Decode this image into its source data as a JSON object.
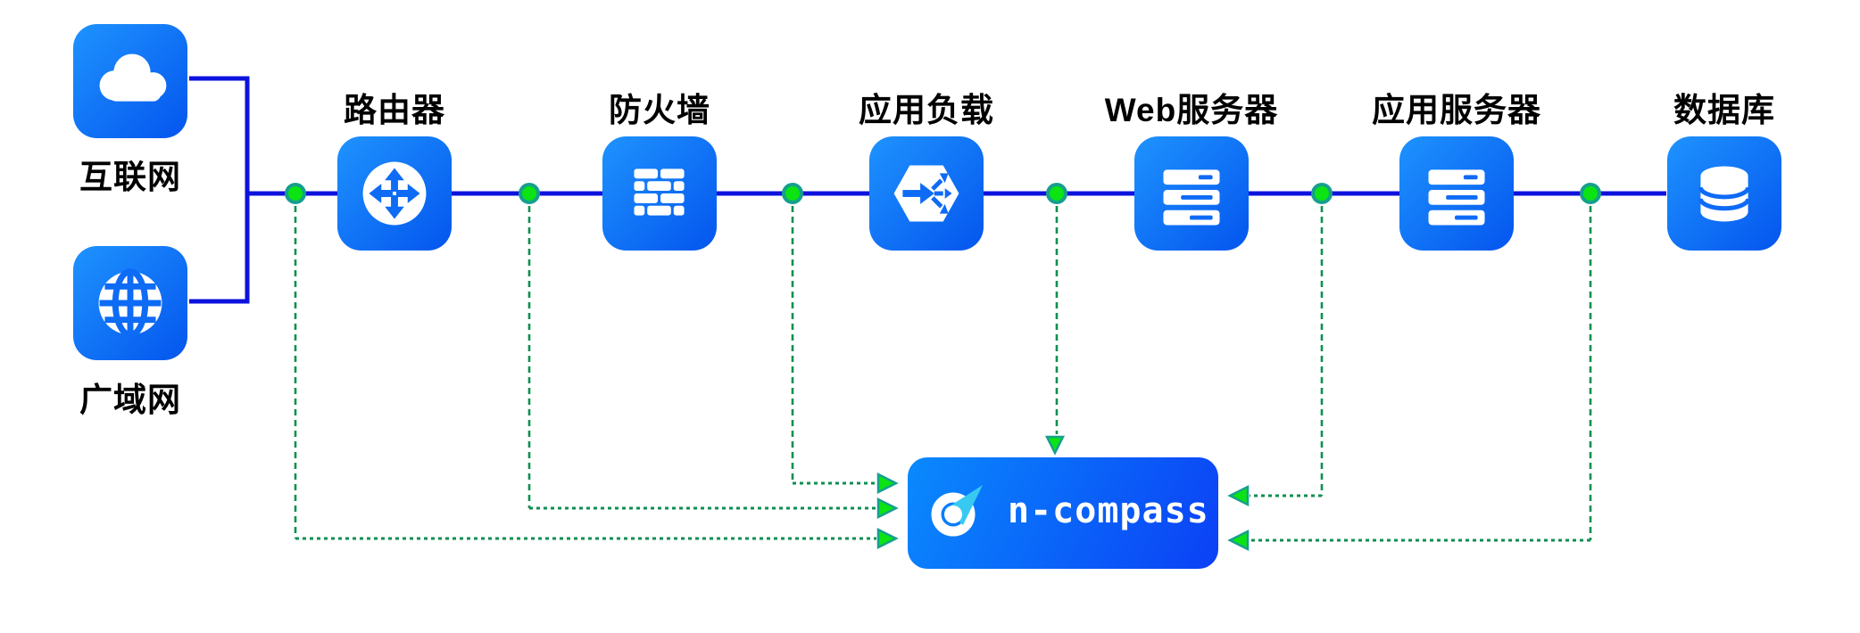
{
  "sources": [
    {
      "id": "internet",
      "label": "互联网",
      "icon": "cloud-icon"
    },
    {
      "id": "wan",
      "label": "广域网",
      "icon": "globe-icon"
    }
  ],
  "nodes": [
    {
      "id": "router",
      "label": "路由器",
      "icon": "router-icon"
    },
    {
      "id": "firewall",
      "label": "防火墙",
      "icon": "firewall-icon"
    },
    {
      "id": "load-balancer",
      "label": "应用负载",
      "icon": "load-balancer-icon"
    },
    {
      "id": "web-server",
      "label": "Web服务器",
      "icon": "server-icon"
    },
    {
      "id": "app-server",
      "label": "应用服务器",
      "icon": "server-icon"
    },
    {
      "id": "database",
      "label": "数据库",
      "icon": "database-icon"
    }
  ],
  "monitor": {
    "label": "n-compass",
    "logo": "compass-logo"
  },
  "colors": {
    "icon_gradient_start": "#1e93fe",
    "icon_gradient_end": "#0455ee",
    "glyph_blue": "#0e6bf5",
    "line_blue": "#0d12dd",
    "dashed_green": "#0d8f52",
    "marker_green": "#0ce312",
    "marker_ring_teal": "#169f8e",
    "label_black": "#000000",
    "monitor_gradient_start": "#0a8afd",
    "monitor_gradient_end": "#0b40f5",
    "logo_arrow_cyan": "#38c9f3"
  }
}
